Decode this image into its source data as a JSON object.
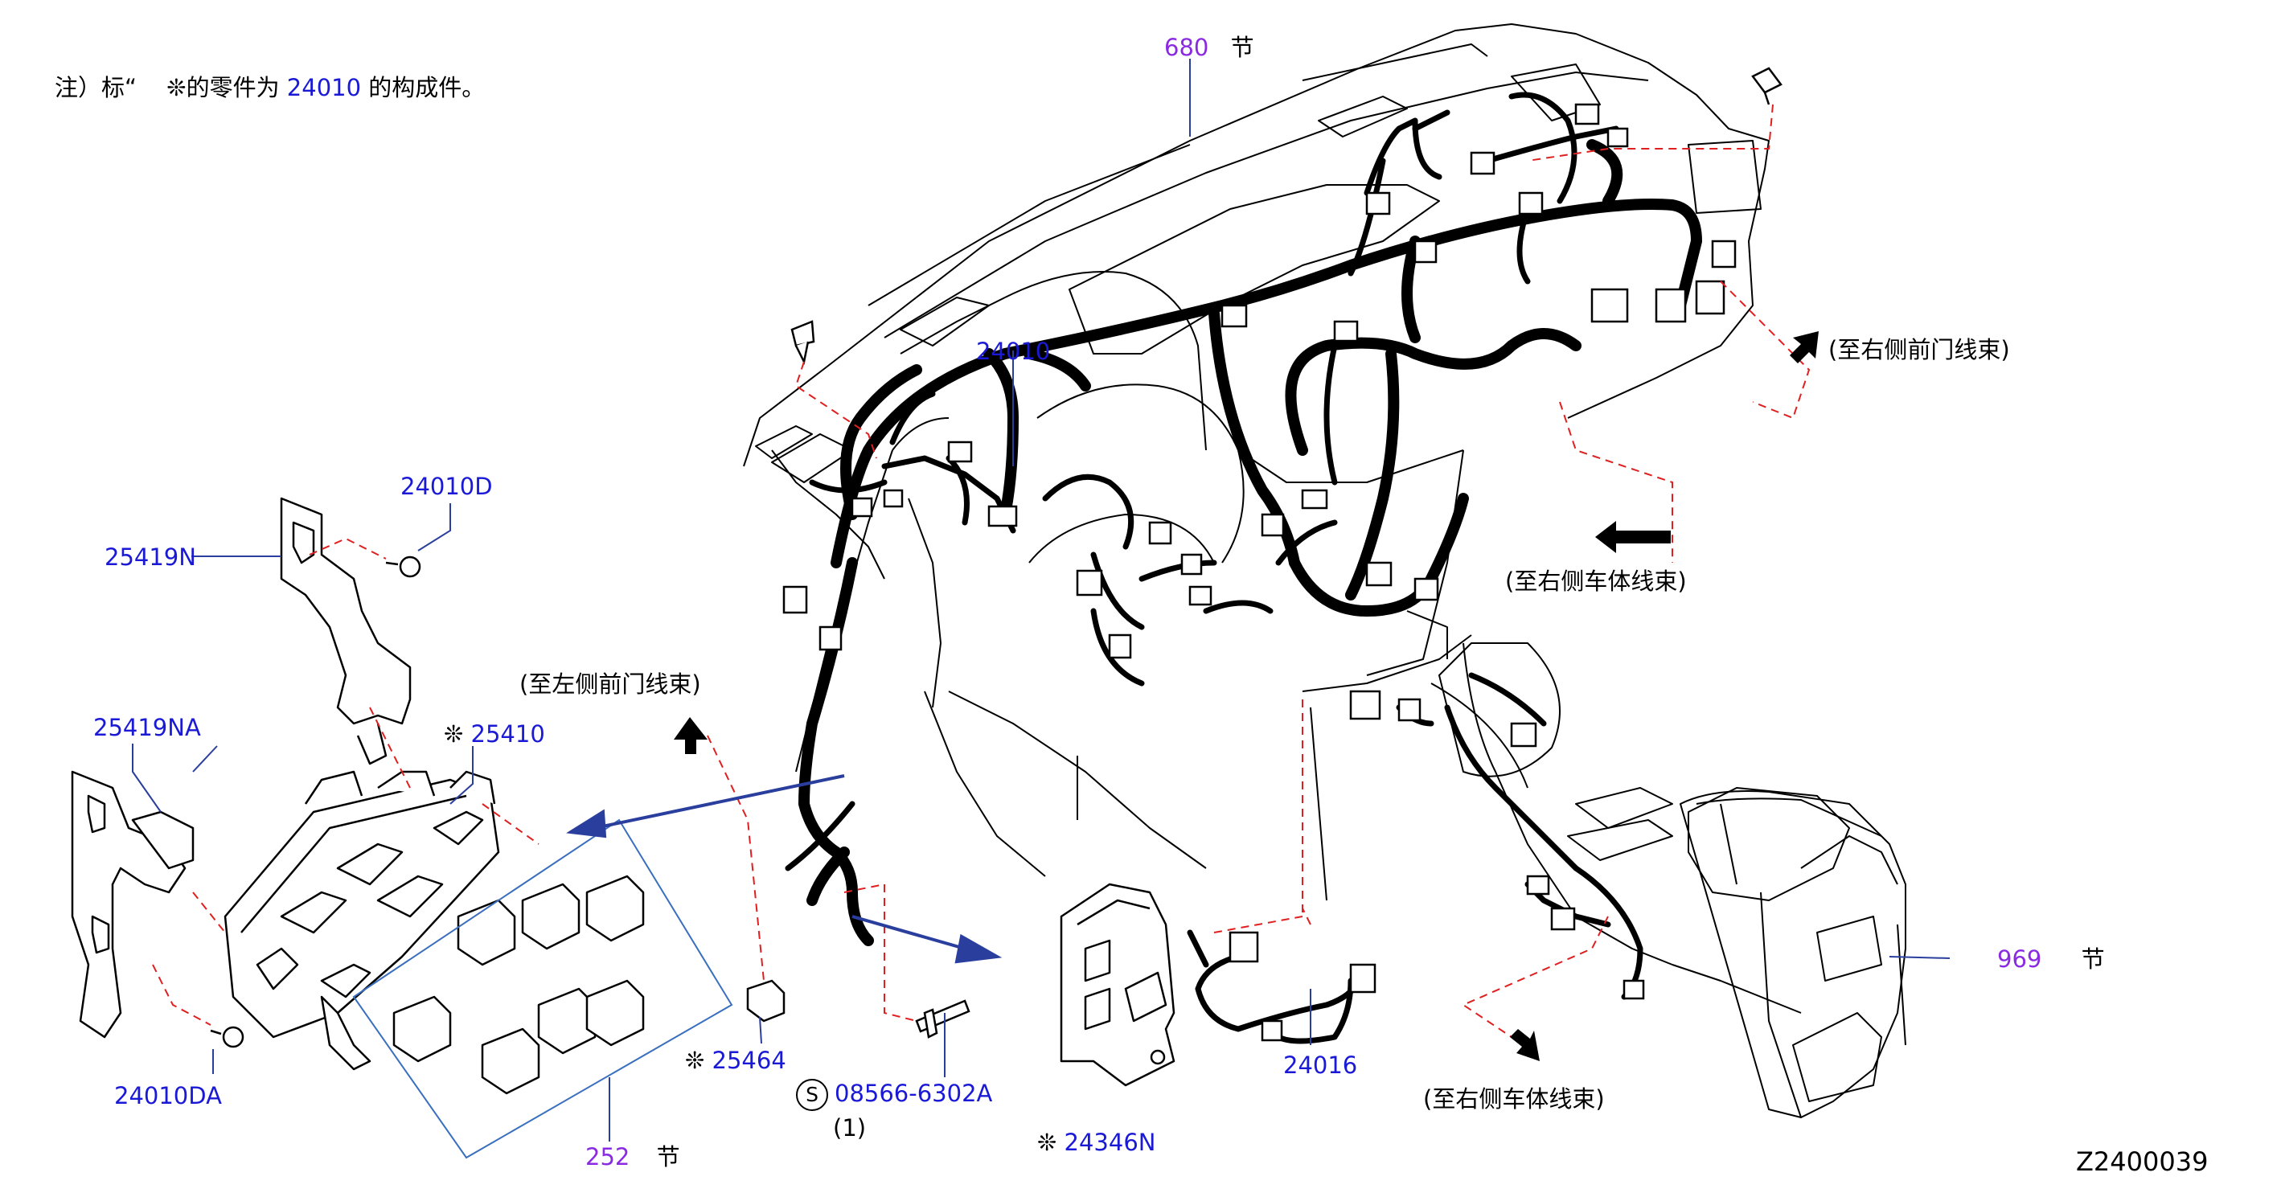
{
  "note": {
    "prefix": "注）标“",
    "symbol": "❊",
    "middle": "的零件为",
    "part": "24010",
    "suffix": "的构成件。"
  },
  "section_word": "节",
  "asterisk": "❊",
  "labels": {
    "sec_680": "680",
    "sec_969": "969",
    "sec_252": "252",
    "p24010": "24010",
    "p24010D": "24010D",
    "p25419N": "25419N",
    "p25419NA": "25419NA",
    "p25410": "25410",
    "p24010DA": "24010DA",
    "p25464": "25464",
    "p08566": "08566-6302A",
    "qty": "(1)",
    "s_mark": "S",
    "p24346N": "24346N",
    "p24016": "24016",
    "diagram_id": "Z2400039"
  },
  "directions": {
    "right_front_door": "(至右侧前门线束)",
    "right_body_1": "(至右侧车体线束)",
    "left_front_door": "(至左侧前门线束)",
    "right_body_2": "(至右侧车体线束)"
  },
  "colors": {
    "callout_blue": "#1a1ad6",
    "section_purple": "#8a2be2",
    "leader_blue": "#2a3f9d",
    "dash_red": "#e02020",
    "harness": "#000000"
  }
}
